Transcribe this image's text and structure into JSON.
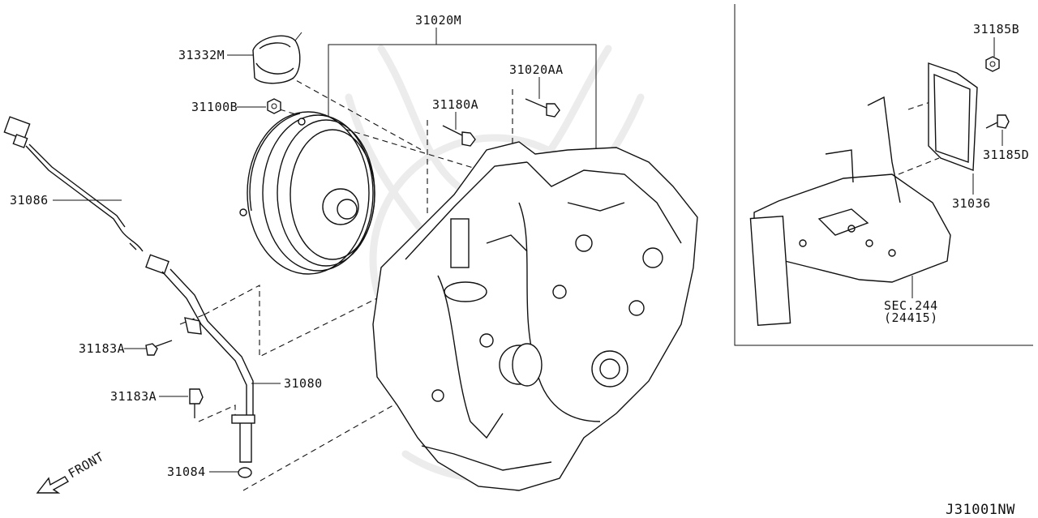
{
  "labels": {
    "transmission_assembly": "31020M",
    "drive_plate_cover": "31332M",
    "bolt_upper": "31020AA",
    "bolt_middle": "31180A",
    "nut_converter": "31100B",
    "dipstick": "31086",
    "bracket_bolt_a": "31183A",
    "bracket_bolt_b": "31183A",
    "charging_pipe": "31080",
    "o_ring": "31084",
    "nut_tcm": "31185B",
    "bolt_tcm": "31185D",
    "tcm_unit": "31036",
    "section_ref": "SEC.244",
    "section_ref_sub": "(24415)",
    "front_indicator": "FRONT",
    "diagram_code": "J31001NW"
  }
}
